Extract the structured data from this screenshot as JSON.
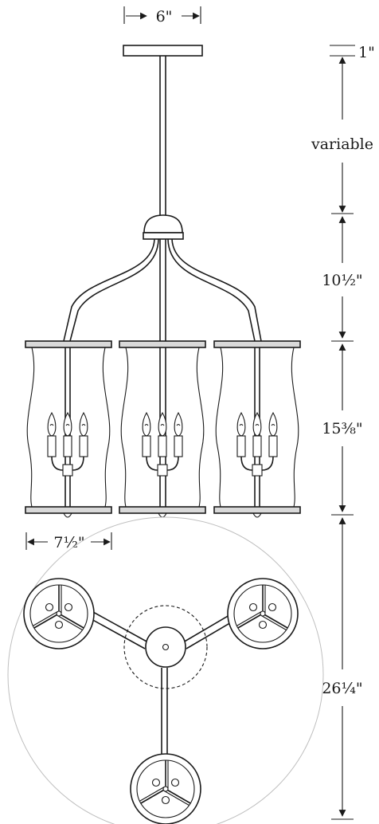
{
  "labels": {
    "canopy_width": "6\"",
    "canopy_height": "1\"",
    "chain": "variable",
    "arms": "10½\"",
    "shade_height": "15⅜\"",
    "shade_width": "7½\"",
    "overall_diameter": "26¼\""
  },
  "colors": {
    "line": "#1a1a1a",
    "shade_band": "#d9d9d9",
    "guide_circle": "#bfbfbf"
  }
}
